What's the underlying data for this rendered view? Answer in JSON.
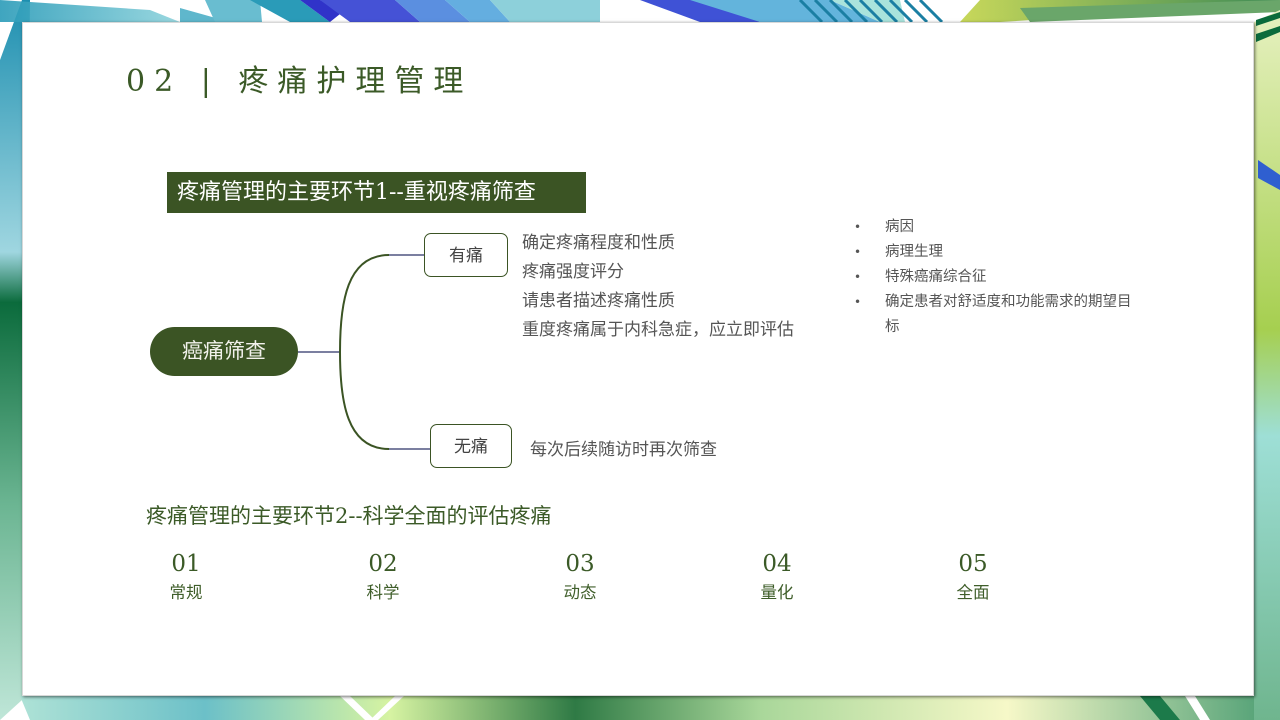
{
  "slide": {
    "title": "02 | 疼痛护理管理",
    "section1": {
      "heading": "疼痛管理的主要环节1--重视疼痛筛查",
      "root_node": "癌痛筛查",
      "branches": [
        {
          "label": "有痛",
          "details": [
            "确定疼痛程度和性质",
            "疼痛强度评分",
            "请患者描述疼痛性质",
            "重度疼痛属于内科急症，应立即评估"
          ]
        },
        {
          "label": "无痛",
          "details": [
            "每次后续随访时再次筛查"
          ]
        }
      ],
      "assessment_bullets": [
        "病因",
        "病理生理",
        "特殊癌痛综合征",
        "确定患者对舒适度和功能需求的期望目标"
      ]
    },
    "section2": {
      "heading": "疼痛管理的主要环节2--科学全面的评估疼痛",
      "steps": [
        {
          "num": "01",
          "label": "常规"
        },
        {
          "num": "02",
          "label": "科学"
        },
        {
          "num": "03",
          "label": "动态"
        },
        {
          "num": "04",
          "label": "量化"
        },
        {
          "num": "05",
          "label": "全面"
        }
      ]
    }
  },
  "colors": {
    "accent_dark_green": "#3b5424",
    "title_green": "#3b5a27",
    "connector_gray_blue": "#7b7fa0",
    "body_text": "#555555"
  }
}
